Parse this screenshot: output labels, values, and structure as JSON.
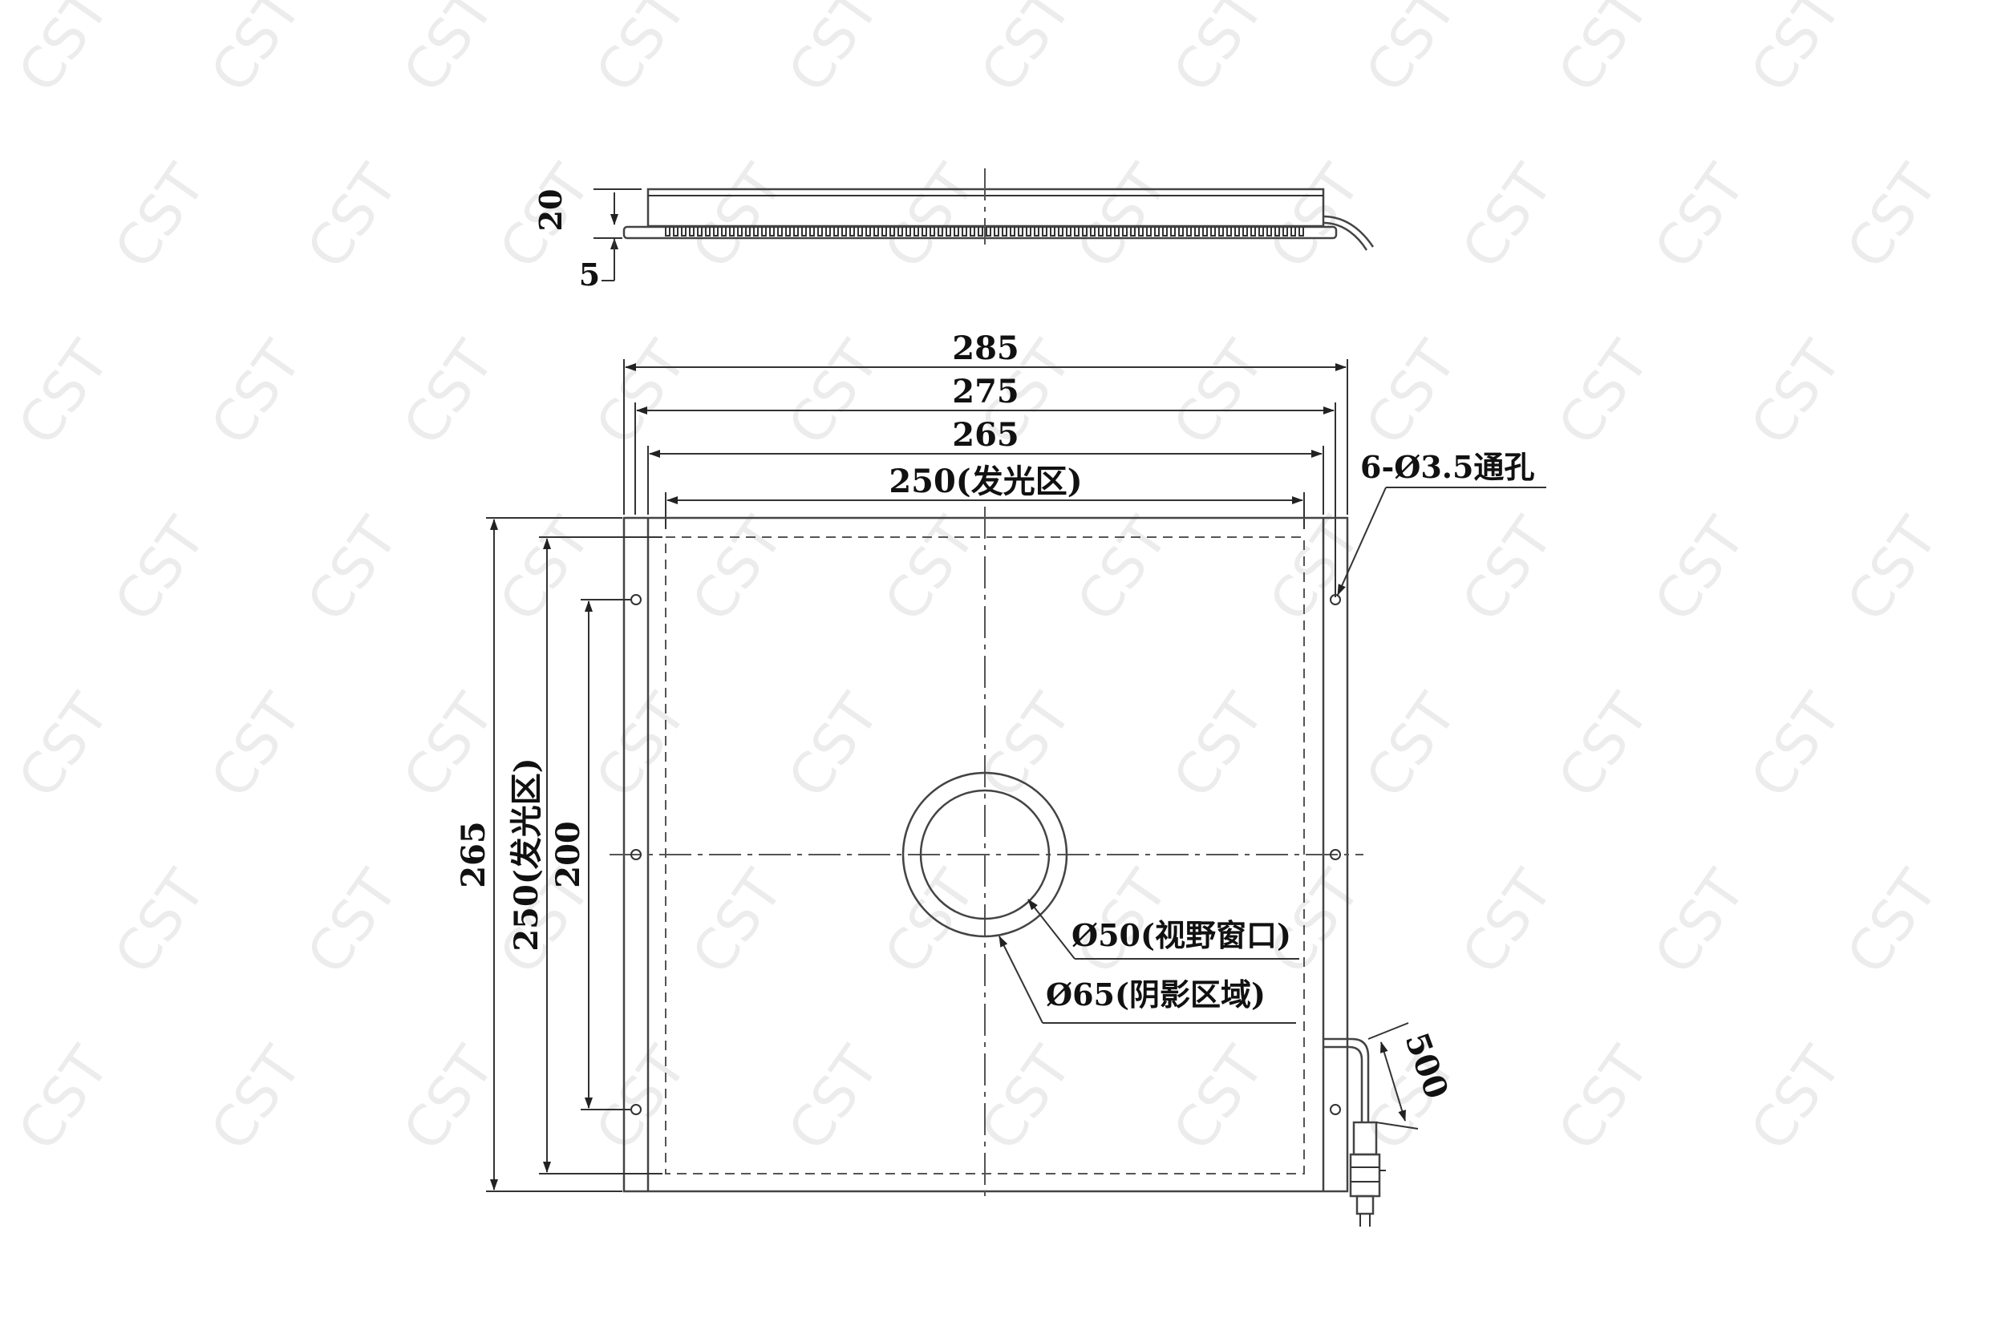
{
  "watermark": {
    "text": "CST"
  },
  "side_view": {
    "height_label": "20",
    "base_label": "5"
  },
  "top_dimensions": {
    "overall_width": "285",
    "hole_span": "275",
    "body_width": "265",
    "emitting_width": "250(发光区)"
  },
  "left_dimensions": {
    "overall_height": "265",
    "emitting_height": "250(发光区)",
    "hole_span": "200"
  },
  "callouts": {
    "holes": "6-Ø3.5通孔",
    "view_window": "Ø50(视野窗口)",
    "shadow_area": "Ø65(阴影区域)",
    "cable_length": "500"
  }
}
